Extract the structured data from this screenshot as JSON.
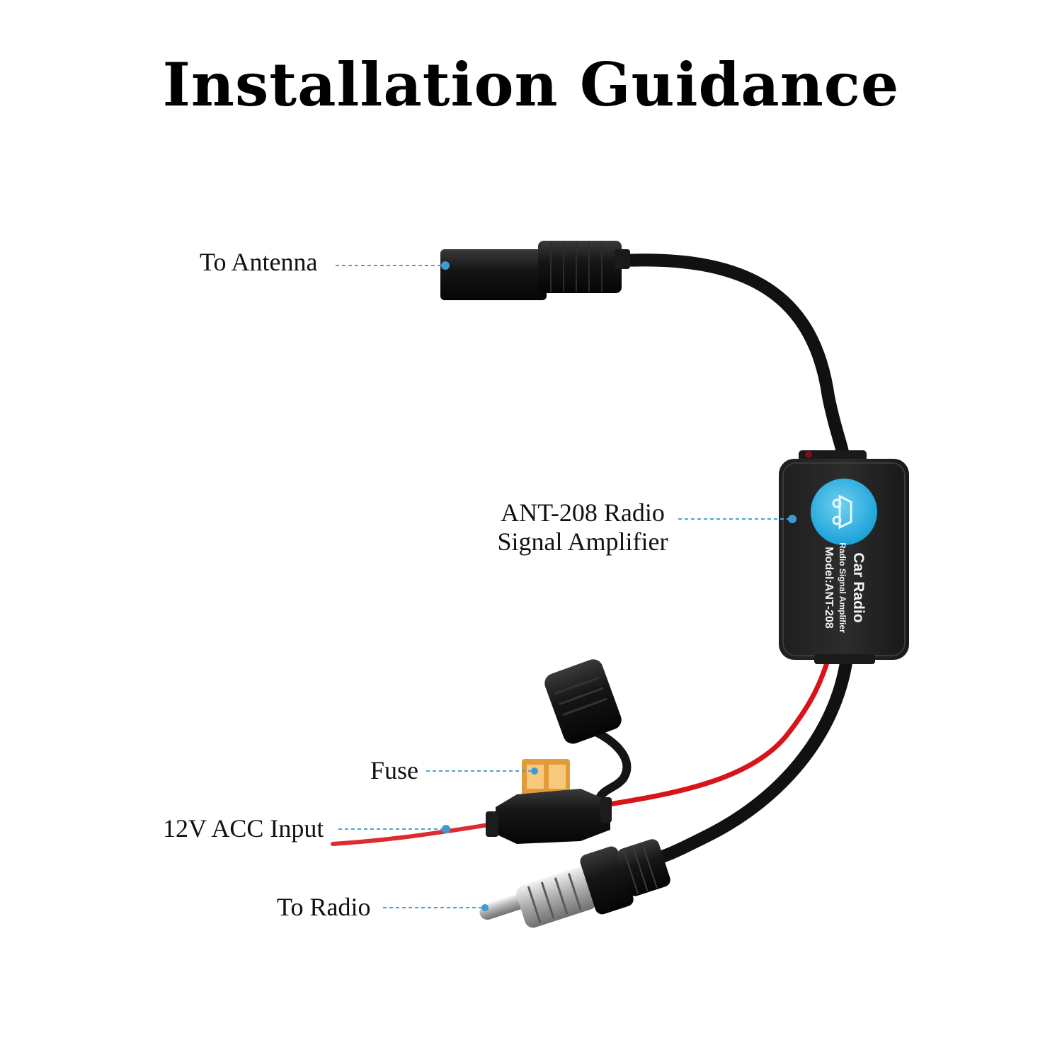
{
  "title": "Installation Guidance",
  "labels": {
    "antenna": "To Antenna",
    "amplifier_line1": "ANT-208 Radio",
    "amplifier_line2": "Signal Amplifier",
    "fuse": "Fuse",
    "acc_input": "12V ACC Input",
    "radio": "To Radio"
  },
  "device_print": {
    "brand": "Car Radio",
    "subtitle": "Radio Signal Amplifier",
    "model": "Model:ANT-208"
  },
  "colors": {
    "leader": "#4aa3d8",
    "cable": "#111111",
    "wire": "#d8141b",
    "badge": "#27b0e4"
  }
}
